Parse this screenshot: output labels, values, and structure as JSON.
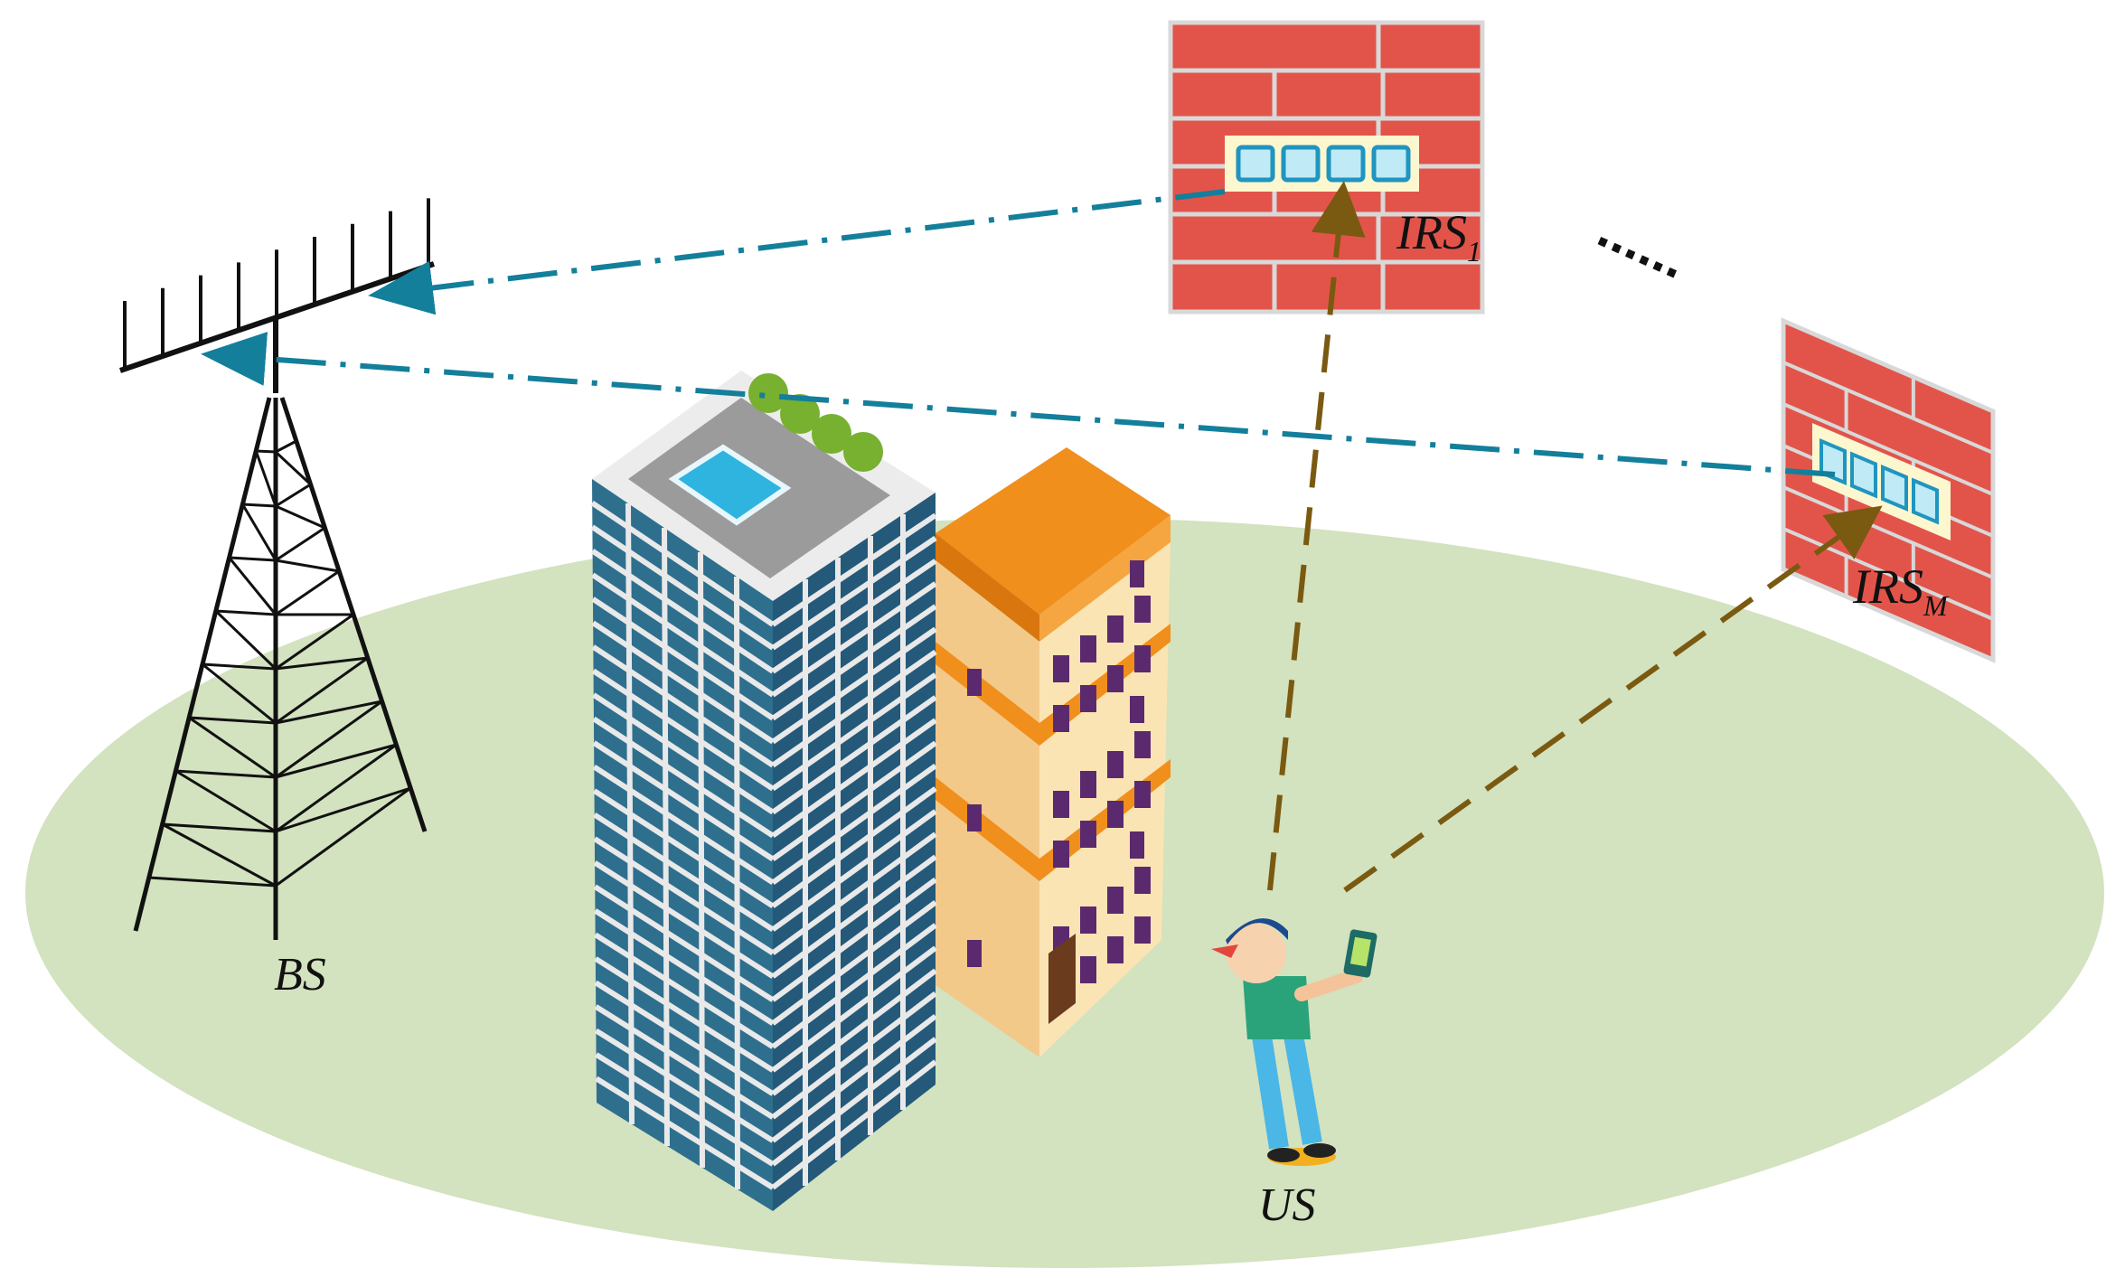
{
  "labels": {
    "bs": "BS",
    "us": "US",
    "irs1_main": "IRS",
    "irs1_sub": "1",
    "irsm_main": "IRS",
    "irsm_sub": "M",
    "ellipsis": "......"
  },
  "colors": {
    "ground": "#d3e2bf",
    "brick": "#e2544a",
    "mortar": "#d8d8d8",
    "irs_panel": "#fdf7cf",
    "irs_element": "#bfeaf6",
    "irs_element_border": "#1f95bf",
    "reflected_link": "#137f9b",
    "user_link": "#7a5a10",
    "tower": "#111111",
    "tower_dark": "#111111",
    "glass": "#2e6f8e",
    "glass_light": "#4f93ae",
    "house_wall": "#fbe4b4",
    "house_roof": "#f08f1c",
    "house_window": "#5b2a6e"
  },
  "icons": {
    "base_station": "antenna-tower-icon",
    "user": "user-with-phone-icon",
    "irs": "intelligent-reflecting-surface-icon",
    "buildings": "building-icon"
  }
}
